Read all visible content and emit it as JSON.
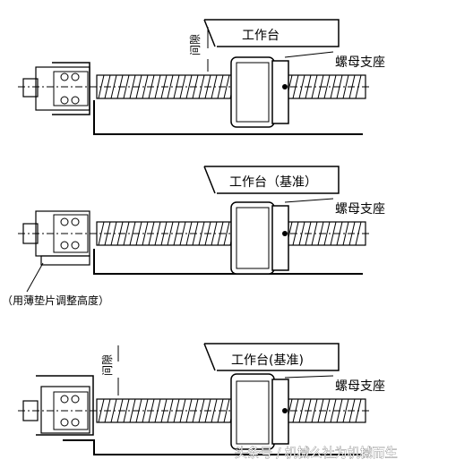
{
  "diagram": {
    "panels": [
      {
        "table_label": "工作台",
        "nut_label": "螺母支座",
        "gap_label": "间隙"
      },
      {
        "table_label": "工作台（基准）",
        "nut_label": "螺母支座",
        "shim_note": "（用薄垫片调整高度）"
      },
      {
        "table_label": "工作台(基准)",
        "nut_label": "螺母支座",
        "gap_label": "间隙"
      }
    ],
    "watermark": "头条号 / 机械么社为机械而生"
  }
}
